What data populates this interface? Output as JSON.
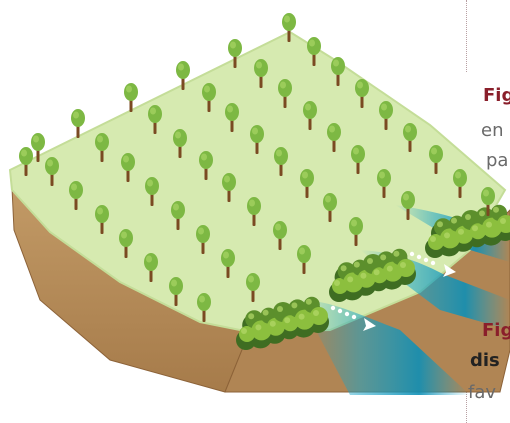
{
  "caption_top": {
    "label": "Fig",
    "line2": "en",
    "line3": "pa"
  },
  "caption_bottom": {
    "label": "Fig",
    "line2": "dis",
    "line3": "fav"
  },
  "colors": {
    "field": "#d6eab0",
    "field_edge": "#c4dd98",
    "soil": "#b88d5c",
    "soil_dark": "#8c6238",
    "tree_canopy": "#7db843",
    "tree_trunk": "#7a4a22",
    "hedge_dark": "#3f6d22",
    "hedge_mid": "#5c8f2c",
    "hedge_light": "#8cbf3e",
    "water": "#1aa3c7",
    "caption_red": "#8a1f2b"
  },
  "icons": [
    "tree-icon",
    "hedge-icon",
    "water-flow-arrow-icon"
  ]
}
